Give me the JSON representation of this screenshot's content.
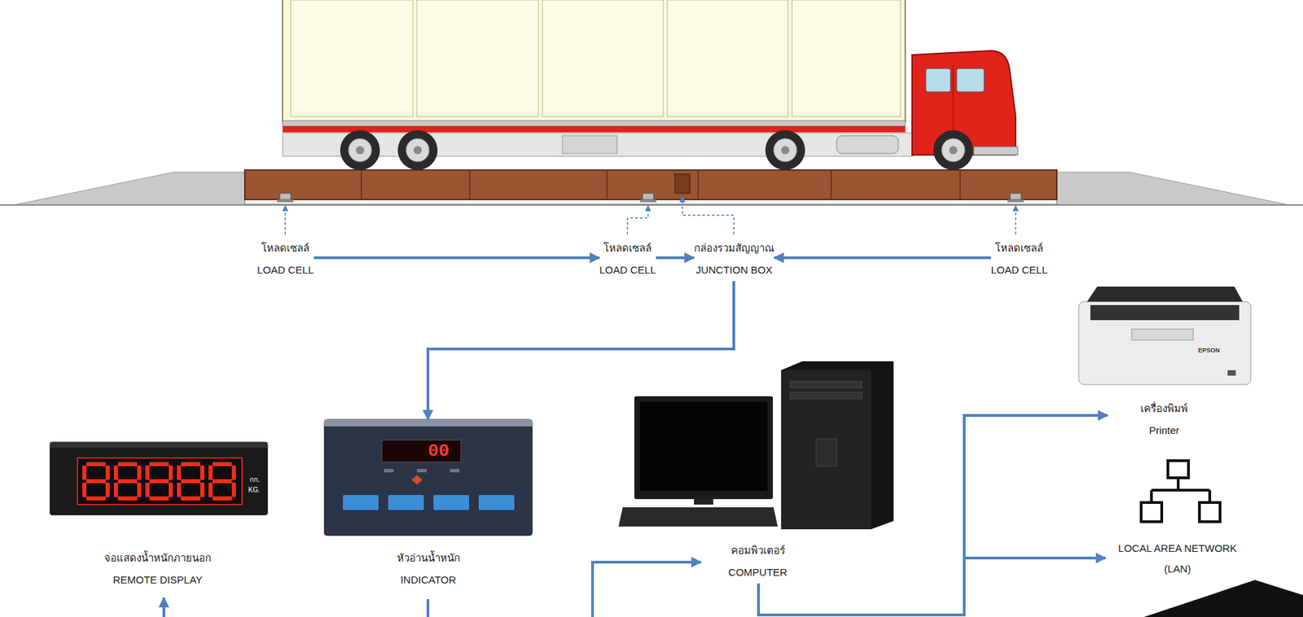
{
  "diagram": {
    "nodes": [
      {
        "text": [
          "โหลดเซลล์",
          "LOAD CELL"
        ]
      },
      {
        "text": [
          "โหลดเซลล์",
          "LOAD CELL"
        ]
      },
      {
        "text": [
          "กล่องรวมสัญญาณ",
          "JUNCTION BOX"
        ]
      },
      {
        "text": [
          "โหลดเซลล์",
          "LOAD CELL"
        ]
      },
      {
        "text": [
          "เครื่องพิมพ์",
          "Printer"
        ]
      },
      {
        "text": [
          "จอแสดงน้ำหนักภายนอก",
          "REMOTE DISPLAY"
        ]
      },
      {
        "text": [
          "หัวอ่านน้ำหนัก",
          "INDICATOR"
        ]
      },
      {
        "text": [
          "คอมพิวเตอร์",
          "COMPUTER"
        ]
      },
      {
        "text": [
          "LOCAL AREA NETWORK (LAN)"
        ]
      }
    ],
    "edges": [
      {
        "from": 0,
        "to": 1,
        "arrow": "to"
      },
      {
        "from": 1,
        "to": 2,
        "arrow": "to"
      },
      {
        "from": 3,
        "to": 2,
        "arrow": "to"
      },
      {
        "from": 2,
        "to": 6,
        "arrow": "to"
      },
      {
        "from": 7,
        "to": 4,
        "arrow": "to"
      },
      {
        "from": 7,
        "to": 8,
        "arrow": "to"
      }
    ],
    "labels": [
      "00",
      "กก.",
      "KG.",
      "EPSON"
    ]
  }
}
